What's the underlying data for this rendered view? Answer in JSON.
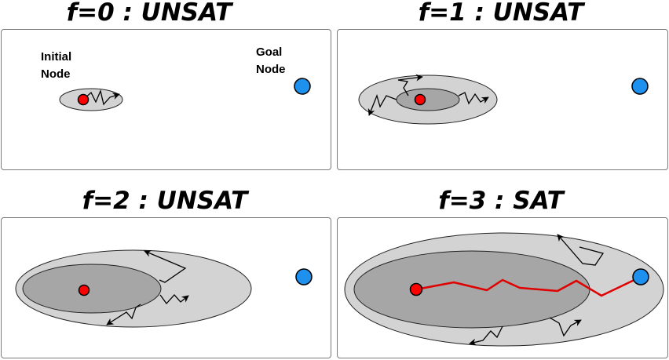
{
  "panels": [
    {
      "title": "f=0 : UNSAT"
    },
    {
      "title": "f=1 : UNSAT"
    },
    {
      "title": "f=2 : UNSAT"
    },
    {
      "title": "f=3 : SAT"
    }
  ],
  "labels": {
    "initial_line1": "Initial",
    "initial_line2": "Node",
    "goal_line1": "Goal",
    "goal_line2": "Node"
  },
  "colors": {
    "initial_node": "#ff0000",
    "goal_node": "#1e90ee",
    "outer_region": "#d3d3d3",
    "inner_region": "#a6a6a6",
    "solution_path": "#e00000"
  }
}
